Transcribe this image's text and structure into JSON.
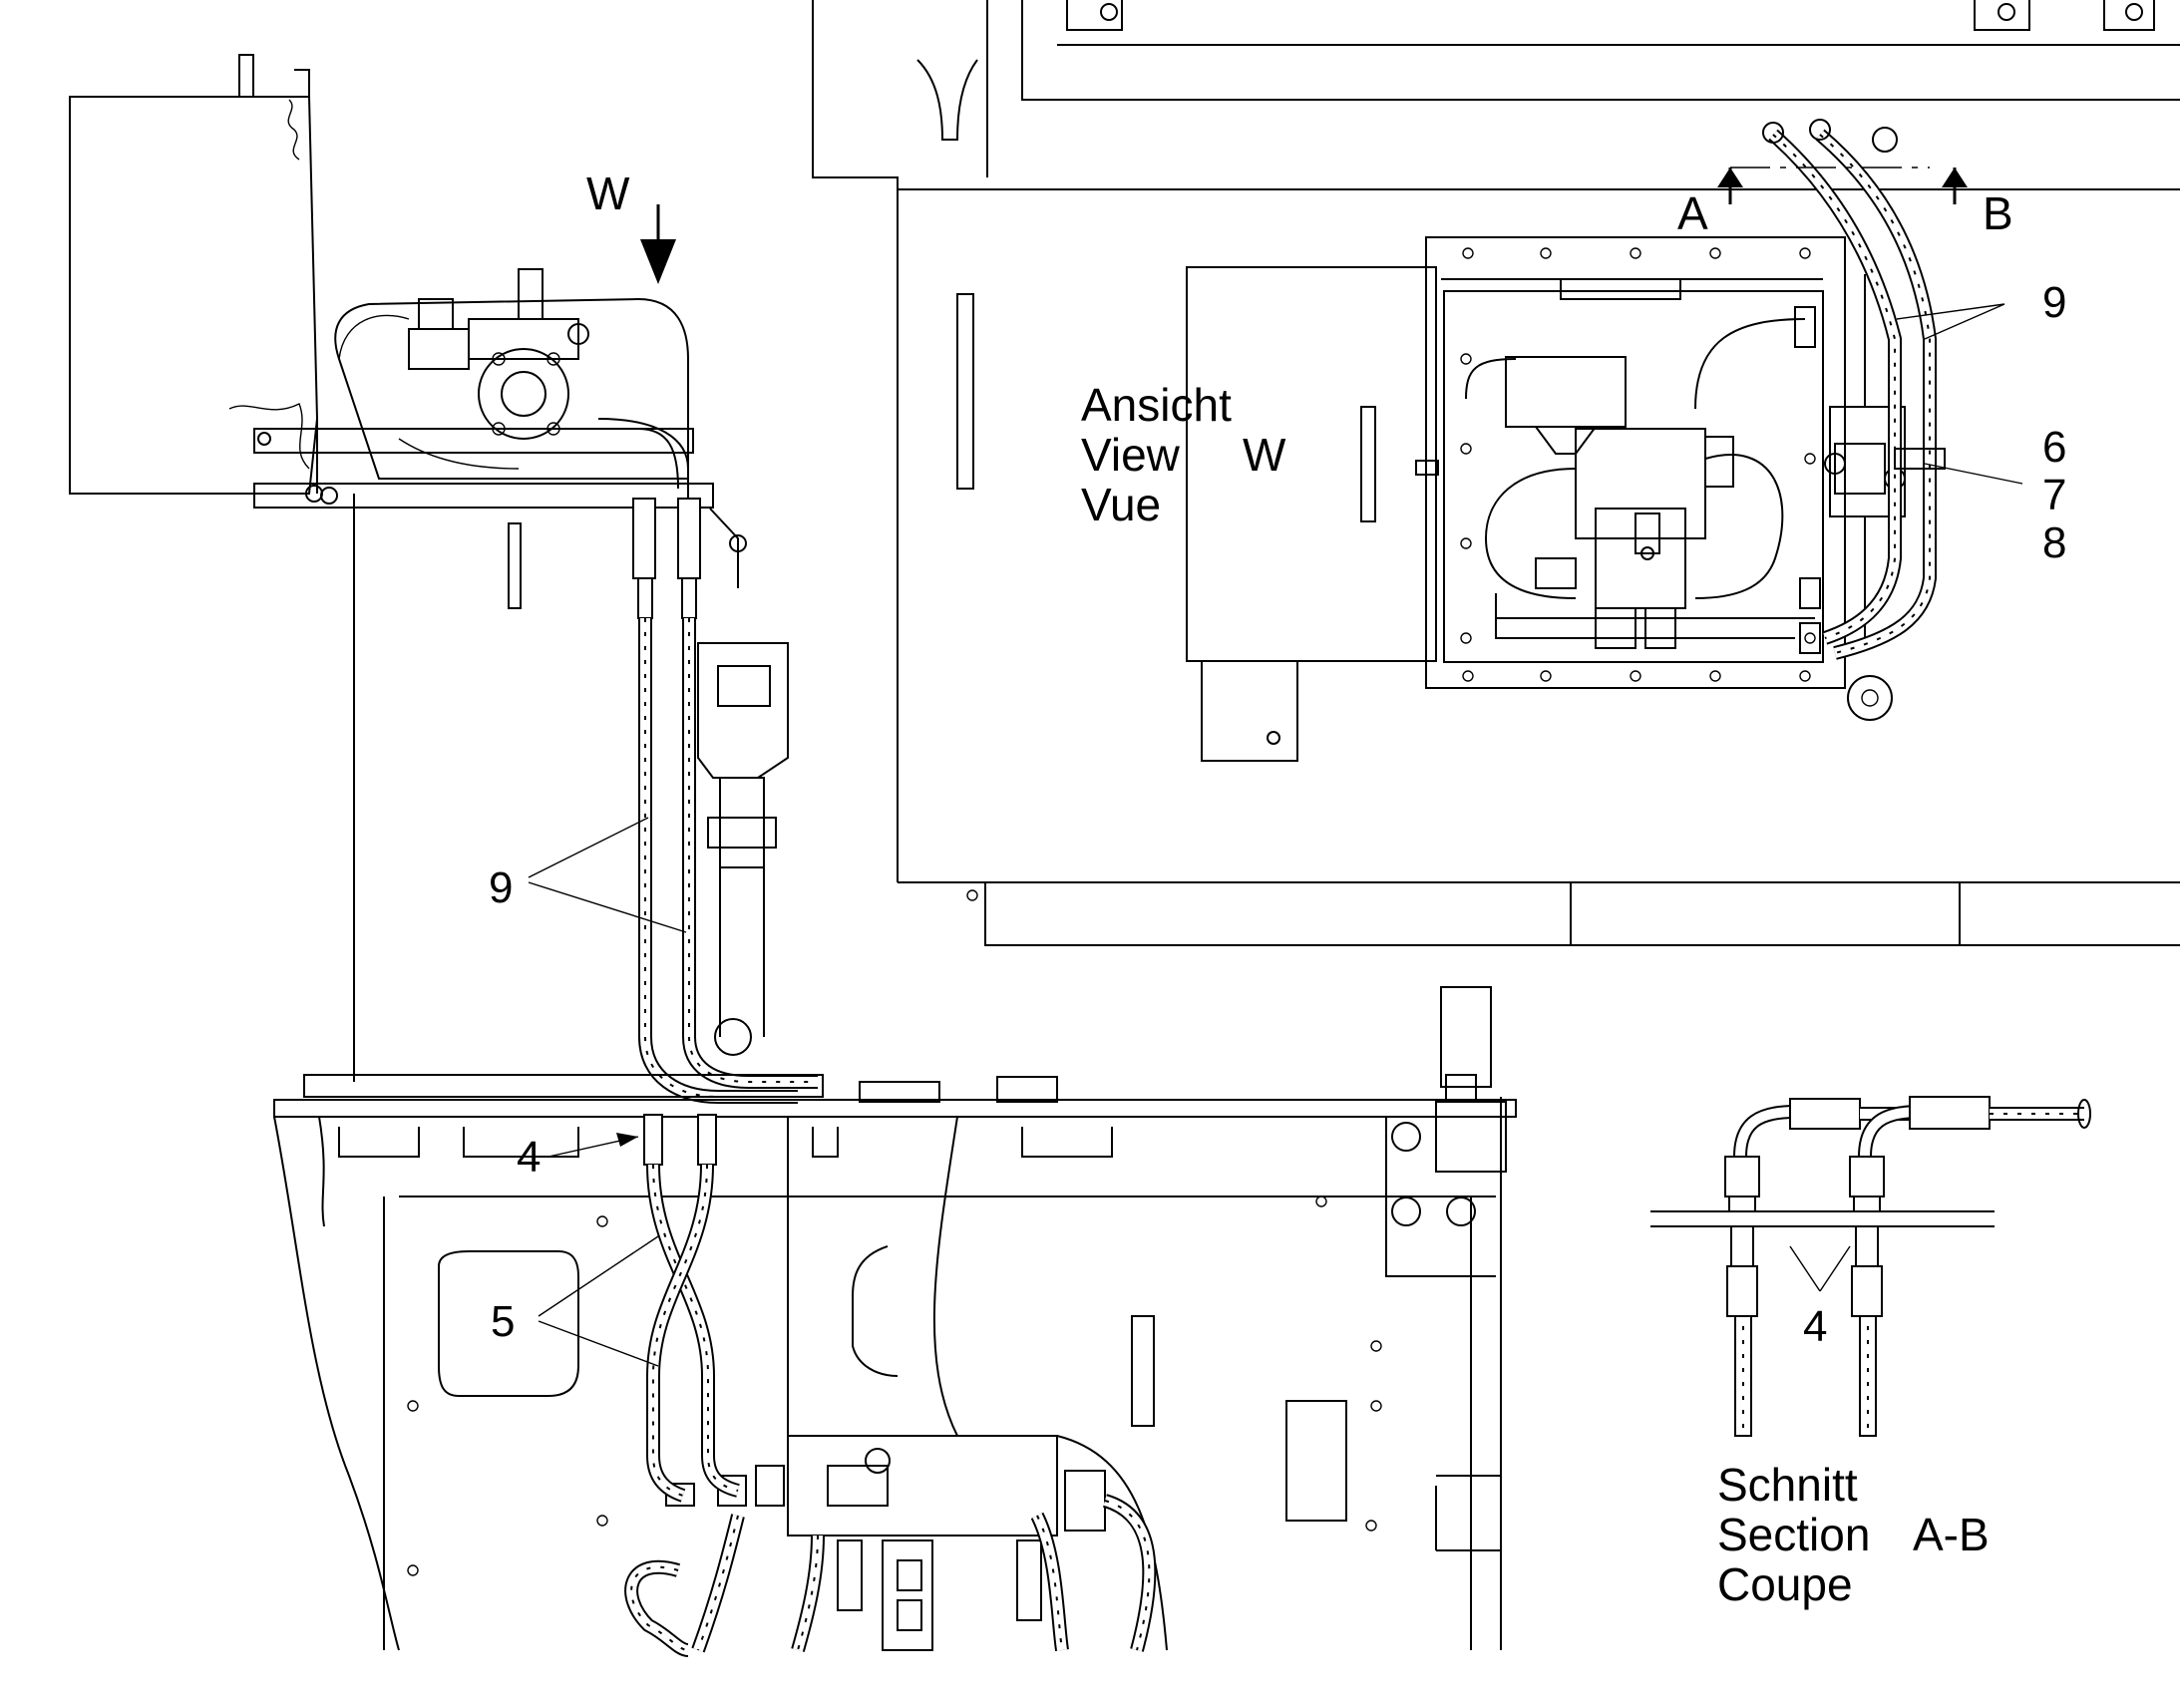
{
  "labels": {
    "view_arrow": "W",
    "view_caption": [
      "Ansicht",
      "View",
      "Vue"
    ],
    "view_caption_letter": "W",
    "section_marker_left": "A",
    "section_marker_right": "B",
    "section_caption": [
      "Schnitt",
      "Section",
      "Coupe"
    ],
    "section_caption_letters": "A-B"
  },
  "callouts": {
    "hose_left": "9",
    "hose_top_right": "9",
    "clamp_6": "6",
    "clamp_7": "7",
    "clamp_8": "8",
    "fitting_left": "4",
    "hoses_crossed": "5",
    "fitting_section": "4"
  }
}
